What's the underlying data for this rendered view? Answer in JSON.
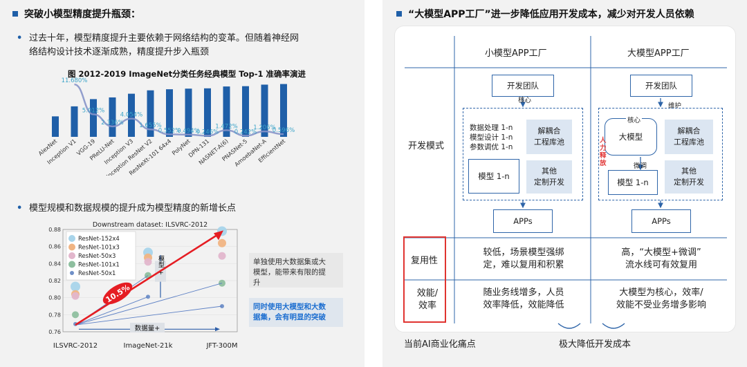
{
  "left": {
    "title": "突破小模型精度提升瓶颈：",
    "bullet1": {
      "line1": "过去十年，模型精度提升主要依赖于网络结构的变革。但随着神经网",
      "line2": "络结构设计技术逐渐成熟，精度提升步入瓶颈"
    },
    "bullet2": "模型规模和数据规模的提升成为模型精度的新增长点",
    "note_gray": [
      "单独使用大数据集或大",
      "模型，能带来有限的提",
      "升"
    ],
    "note_blue": [
      "同时使用大模型和大数",
      "据集，会有明显的突破"
    ]
  },
  "chart_data": [
    {
      "type": "bar",
      "title": "图 2012-2019 ImageNet分类任务经典模型 Top-1 准确率演进",
      "categories": [
        "AlexNet",
        "Inception V1",
        "VGG-19",
        "PReLU-Net",
        "Inception V3",
        "Inception ResNet V2",
        "ResNeXt-101 64x4",
        "PolyNet",
        "DPN-131",
        "NASNET-A(6)",
        "PNASNet-5",
        "AmoebaNet-A",
        "EfficientNet"
      ],
      "series": [
        {
          "values": [
            63.3,
            69.8,
            74.5,
            75.6,
            78.0,
            80.2,
            80.9,
            81.3,
            81.5,
            82.7,
            82.9,
            83.9,
            84.3
          ]
        },
        {
          "values": [
            null,
            11.68,
            5.012,
            2.336,
            4.054,
            1.655,
            0.552,
            0.494,
            0.246,
            1.472,
            0.242,
            1.206,
            0.596
          ]
        }
      ],
      "series_labels": [
        "11.680%",
        "5.012%",
        "2.336%",
        "4.054%",
        "1.655%",
        "0.552%",
        "0.494%",
        "0.246%",
        "1.472%",
        "0.242%",
        "1.206%",
        "0.596%"
      ]
    },
    {
      "type": "scatter",
      "title": "Downstream dataset: ILSVRC-2012",
      "categories": [
        "ILSVRC-2012",
        "ImageNet-21k",
        "JFT-300M"
      ],
      "ylim": [
        0.76,
        0.88
      ],
      "yticks": [
        "0.76",
        "0.78",
        "0.80",
        "0.82",
        "0.84",
        "0.86",
        "0.88"
      ],
      "series": [
        {
          "name": "ResNet-152x4",
          "color": "#a8d4ea",
          "values": [
            0.813,
            0.853,
            0.878
          ]
        },
        {
          "name": "ResNet-101x3",
          "color": "#f0b483",
          "values": [
            0.804,
            0.847,
            0.864
          ]
        },
        {
          "name": "ResNet-50x3",
          "color": "#e2b6cc",
          "values": [
            0.802,
            0.842,
            0.849
          ]
        },
        {
          "name": "ResNet-101x1",
          "color": "#8ebf9f",
          "values": [
            0.78,
            0.826,
            0.817
          ]
        },
        {
          "name": "ResNet-50x1",
          "color": "#6f8fc7",
          "values": [
            0.769,
            0.801,
            0.79
          ]
        }
      ],
      "annotations": {
        "diagonal": "10.5%",
        "vertical": "模型 +",
        "horizontal": "数据量+"
      }
    }
  ],
  "right": {
    "title": "“大模型APP工厂”进一步降低应用开发成本，减少对开发人员依赖",
    "col_small": "小模型APP工厂",
    "col_big": "大模型APP工厂",
    "row_mode": "开发模式",
    "row_reuse": "复用性",
    "row_eff": [
      "效能/",
      "效率"
    ],
    "small": {
      "team": "开发团队",
      "core": "核心",
      "steps": [
        "数据处理 1-n",
        "模型设计 1-n",
        "参数调优 1-n"
      ],
      "model": "模型 1-n",
      "decouple": [
        "解耦合",
        "工程库池"
      ],
      "other": [
        "其他",
        "定制开发"
      ],
      "apps": "APPs"
    },
    "big": {
      "team": "开发团队",
      "maintain": "维护",
      "core": "核心",
      "bigmodel": "大模型",
      "finetune": "微调",
      "model": "模型 1-n",
      "decouple": [
        "解耦合",
        "工程库池"
      ],
      "other": [
        "其他",
        "定制开发"
      ],
      "apps": "APPs",
      "release": [
        "人",
        "力",
        "释",
        "放"
      ]
    },
    "reuse_small": [
      "较低，场景模型强绑",
      "定，难以复用和积累"
    ],
    "reuse_big": [
      "高，“大模型+微调”",
      "流水线可有效复用"
    ],
    "eff_small": [
      "随业务线增多，人员",
      "效率降低，效能降低"
    ],
    "eff_big": [
      "大模型为核心，效率/",
      "效能不受业务增多影响"
    ],
    "footer_left": "当前AI商业化痛点",
    "footer_right": "极大降低开发成本"
  }
}
